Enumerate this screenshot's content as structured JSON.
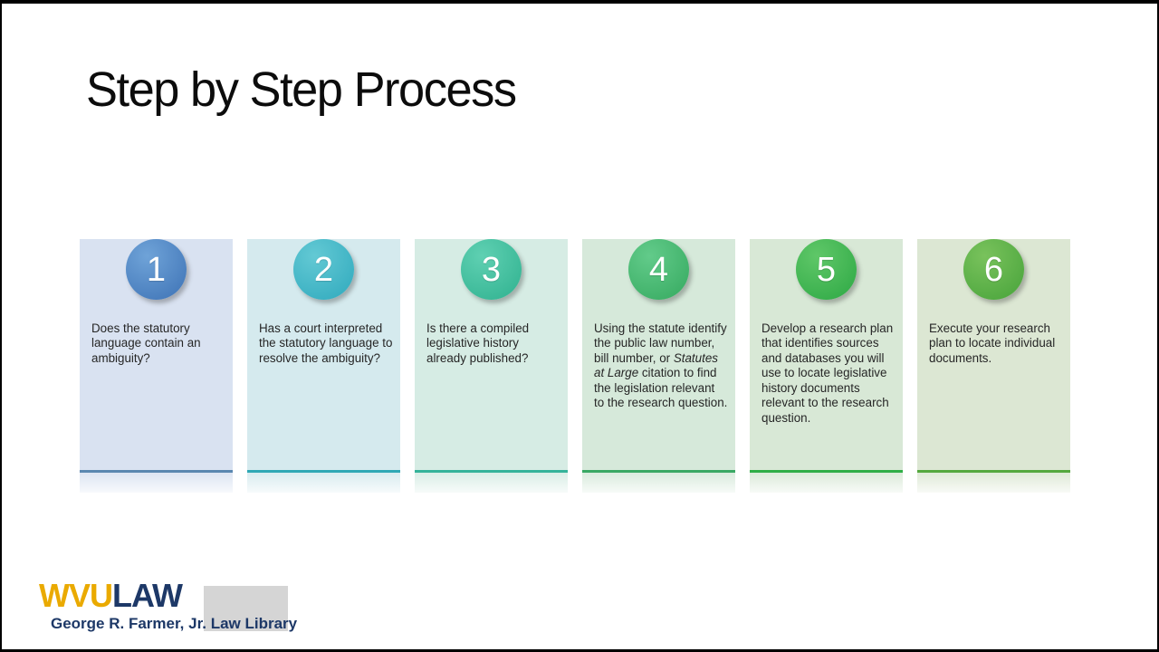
{
  "title": "Step by Step Process",
  "steps": [
    {
      "number": "1",
      "card_bg": "#d9e2f1",
      "circle_light": "#6fa3d8",
      "circle_dark": "#3d72b5",
      "accent": "#5b87b0",
      "text": [
        {
          "t": "Does the statutory language contain an ambiguity?"
        }
      ]
    },
    {
      "number": "2",
      "card_bg": "#d5eaee",
      "circle_light": "#63c9d4",
      "circle_dark": "#2fa9bd",
      "accent": "#2fa8b5",
      "text": [
        {
          "t": "Has a court interpreted the statutory language to resolve the ambiguity?"
        }
      ]
    },
    {
      "number": "3",
      "card_bg": "#d6ece4",
      "circle_light": "#5fd0b2",
      "circle_dark": "#2fb18f",
      "accent": "#35b39a",
      "text": [
        {
          "t": "Is there a compiled legislative history already published?"
        }
      ]
    },
    {
      "number": "4",
      "card_bg": "#d6e9da",
      "circle_light": "#62cb8a",
      "circle_dark": "#35a95f",
      "accent": "#3aa864",
      "text": [
        {
          "t": "Using the statute identify the public law number, bill number, or "
        },
        {
          "t": "Statutes at Large",
          "italic": true
        },
        {
          "t": " citation to find the legislation relevant to the research question."
        }
      ]
    },
    {
      "number": "5",
      "card_bg": "#d8e8d6",
      "circle_light": "#5fc768",
      "circle_dark": "#2da844",
      "accent": "#2fae47",
      "text": [
        {
          "t": "Develop a research plan that identifies sources and databases you will use to locate legislative history documents relevant to the research question."
        }
      ]
    },
    {
      "number": "6",
      "card_bg": "#dce7d3",
      "circle_light": "#79c25c",
      "circle_dark": "#47a33a",
      "accent": "#55a83f",
      "text": [
        {
          "t": "Execute your research plan to locate individual documents."
        }
      ]
    }
  ],
  "footer": {
    "wvu": "WVU",
    "law": "LAW",
    "tagline": "George R. Farmer, Jr. Law Library",
    "gold": "#eaaa00",
    "navy": "#1d3867",
    "backdrop_gray": "#d5d5d5"
  },
  "frame_color": "#000000"
}
